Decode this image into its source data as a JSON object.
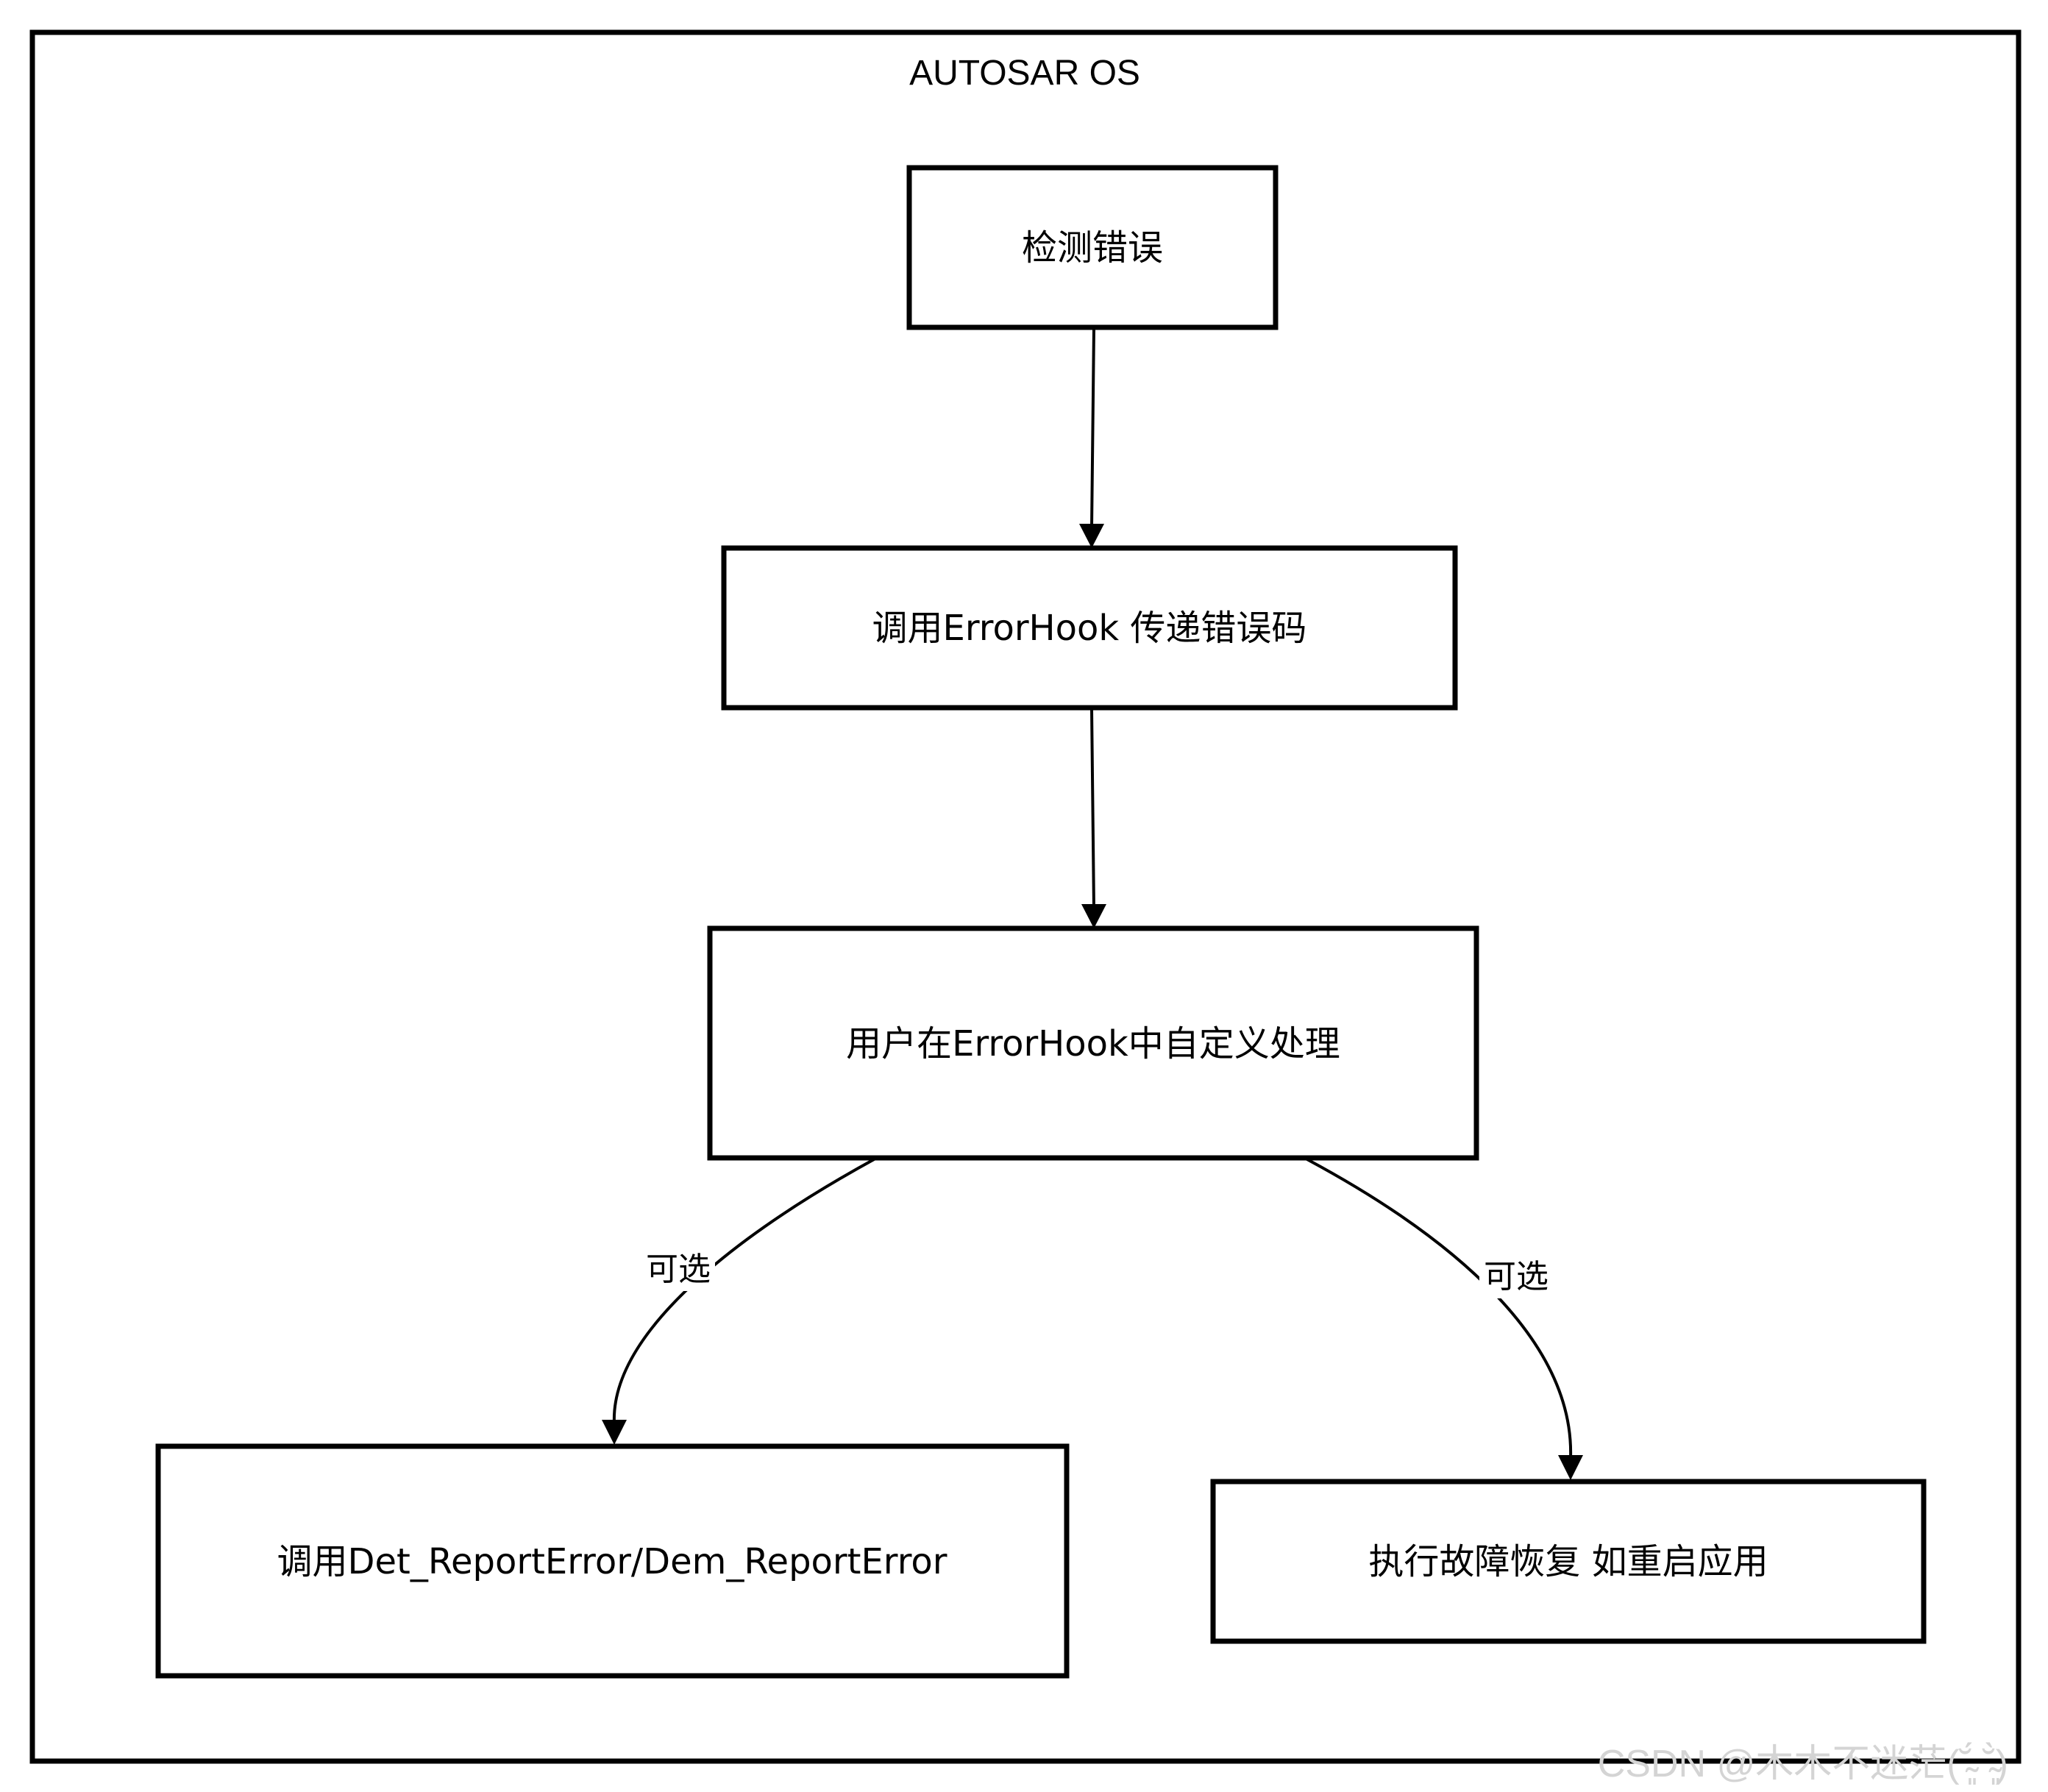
{
  "diagram": {
    "container_title": "AUTOSAR OS",
    "nodes": {
      "detect": {
        "label": "检测错误"
      },
      "call_hook": {
        "label": "调用ErrorHook 传递错误码"
      },
      "user_handle": {
        "label": "用户在ErrorHook中自定义处理"
      },
      "report": {
        "label": "调用Det_ReportError/Dem_ReportError"
      },
      "recover": {
        "label": "执行故障恢复 如重启应用"
      }
    },
    "edges": [
      {
        "from": "detect",
        "to": "call_hook",
        "label": ""
      },
      {
        "from": "call_hook",
        "to": "user_handle",
        "label": ""
      },
      {
        "from": "user_handle",
        "to": "report",
        "label": "可选"
      },
      {
        "from": "user_handle",
        "to": "recover",
        "label": "可选"
      }
    ]
  },
  "watermark": "CSDN @木木不迷茫(˘̴͈́ ˘̴͈̀)",
  "colors": {
    "stroke": "#000000",
    "background": "#ffffff",
    "watermark": "#d4d4d4"
  }
}
